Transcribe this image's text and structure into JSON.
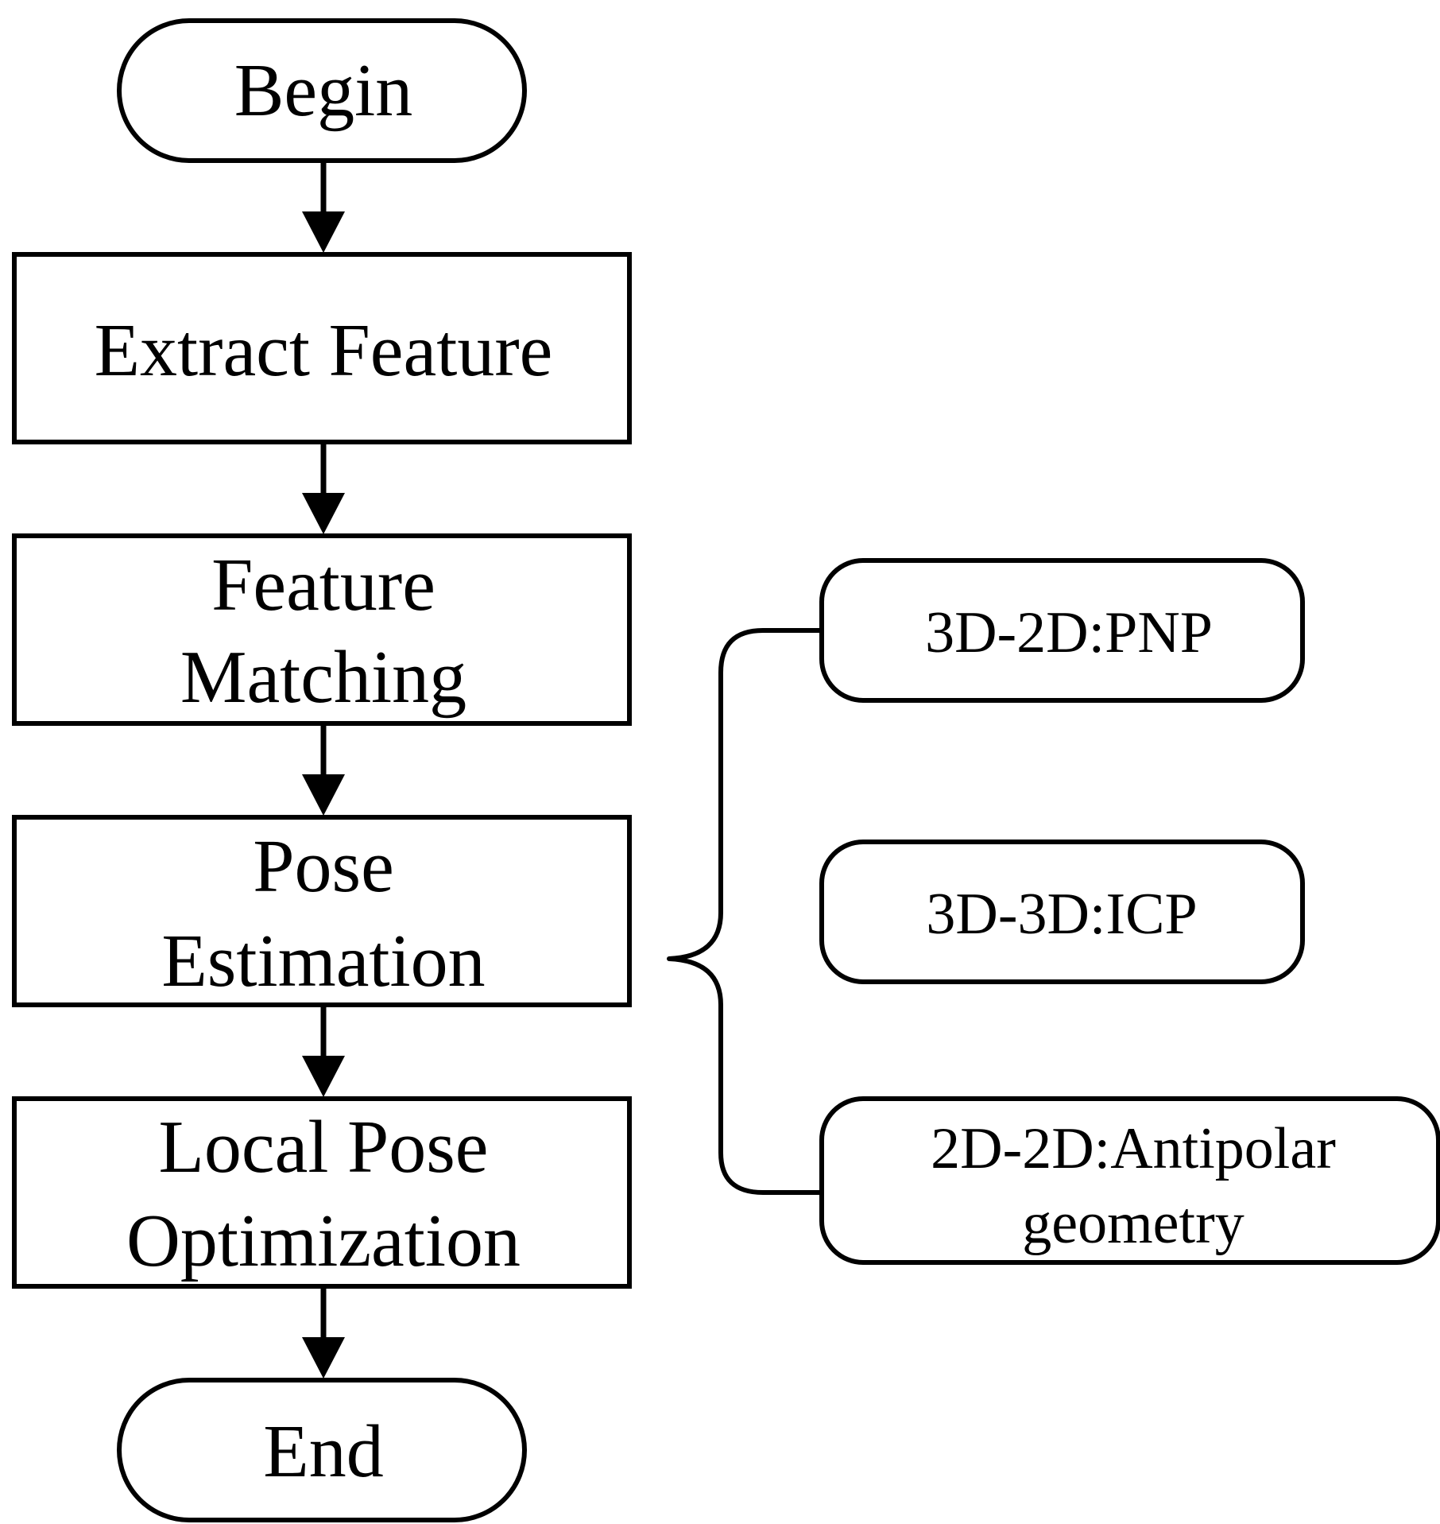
{
  "flowchart": {
    "begin": "Begin",
    "extract_feature": "Extract Feature",
    "feature_matching": [
      "Feature",
      "Matching"
    ],
    "pose_estimation": [
      "Pose",
      "Estimation"
    ],
    "local_pose_optimization": [
      "Local Pose",
      "Optimization"
    ],
    "end": "End"
  },
  "methods": {
    "pnp": "3D-2D:PNP",
    "icp": "3D-3D:ICP",
    "antipolar": [
      "2D-2D:Antipolar",
      "geometry"
    ]
  },
  "colors": {
    "stroke": "#000000",
    "background": "#ffffff"
  }
}
